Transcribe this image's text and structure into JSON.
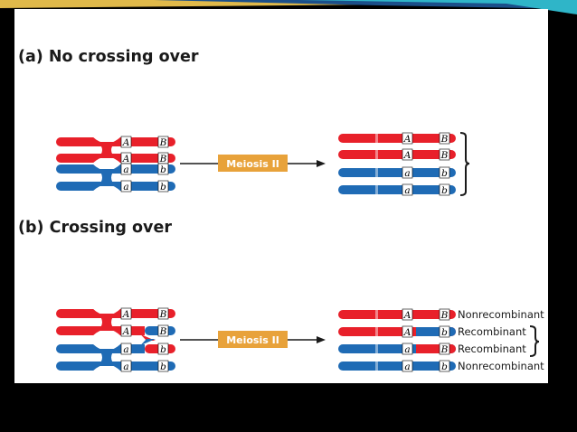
{
  "slide": {
    "colors": {
      "background": "#000000",
      "figure_background": "#ffffff",
      "maternal_chromatid": "#e8202a",
      "paternal_chromatid": "#1f6bb5",
      "meiosis_box": "#e8a23a",
      "gene_box": "#ffffff",
      "arrow": "#1a1a1a",
      "banner_blue": "#1b4f8a",
      "banner_teal": "#2fb5c8",
      "banner_gold": "#e0b94a"
    }
  },
  "panel_a": {
    "title": "(a) No crossing over",
    "meiosis_label": "Meiosis II",
    "left_genes": [
      [
        "A",
        "B"
      ],
      [
        "A",
        "B"
      ],
      [
        "a",
        "b"
      ],
      [
        "a",
        "b"
      ]
    ],
    "right_genes": [
      [
        "A",
        "B"
      ],
      [
        "A",
        "B"
      ],
      [
        "a",
        "b"
      ],
      [
        "a",
        "b"
      ]
    ]
  },
  "panel_b": {
    "title": "(b) Crossing over",
    "meiosis_label": "Meiosis II",
    "left_genes": [
      [
        "A",
        "B"
      ],
      [
        "A",
        "B"
      ],
      [
        "a",
        "b"
      ],
      [
        "a",
        "b"
      ]
    ],
    "right_genes": [
      [
        "A",
        "B"
      ],
      [
        "A",
        "b"
      ],
      [
        "a",
        "B"
      ],
      [
        "a",
        "b"
      ]
    ],
    "outcomes": [
      "Nonrecombinant",
      "Recombinant",
      "Recombinant",
      "Nonrecombinant"
    ]
  }
}
